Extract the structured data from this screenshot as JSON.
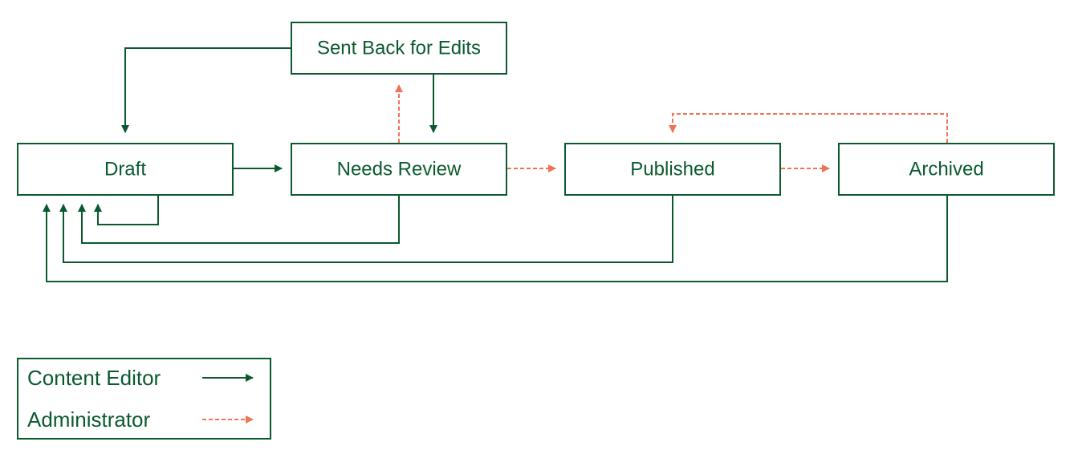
{
  "colors": {
    "content_editor": "#0b5a2f",
    "administrator": "#ef7356"
  },
  "nodes": {
    "sent_back": {
      "label": "Sent Back for Edits"
    },
    "draft": {
      "label": "Draft"
    },
    "needs_review": {
      "label": "Needs Review"
    },
    "published": {
      "label": "Published"
    },
    "archived": {
      "label": "Archived"
    }
  },
  "legend": {
    "items": [
      {
        "label": "Content Editor",
        "role": "content_editor",
        "line_style": "solid"
      },
      {
        "label": "Administrator",
        "role": "administrator",
        "line_style": "dashed"
      }
    ]
  },
  "edges": [
    {
      "from": "Sent Back for Edits",
      "to": "Draft",
      "role": "content_editor"
    },
    {
      "from": "Sent Back for Edits",
      "to": "Needs Review",
      "role": "content_editor"
    },
    {
      "from": "Needs Review",
      "to": "Sent Back for Edits",
      "role": "administrator"
    },
    {
      "from": "Draft",
      "to": "Needs Review",
      "role": "content_editor"
    },
    {
      "from": "Needs Review",
      "to": "Published",
      "role": "administrator"
    },
    {
      "from": "Published",
      "to": "Archived",
      "role": "administrator"
    },
    {
      "from": "Archived",
      "to": "Published",
      "role": "administrator"
    },
    {
      "from": "Draft",
      "to": "Draft",
      "role": "content_editor"
    },
    {
      "from": "Needs Review",
      "to": "Draft",
      "role": "content_editor"
    },
    {
      "from": "Published",
      "to": "Draft",
      "role": "content_editor"
    },
    {
      "from": "Archived",
      "to": "Draft",
      "role": "content_editor"
    }
  ]
}
